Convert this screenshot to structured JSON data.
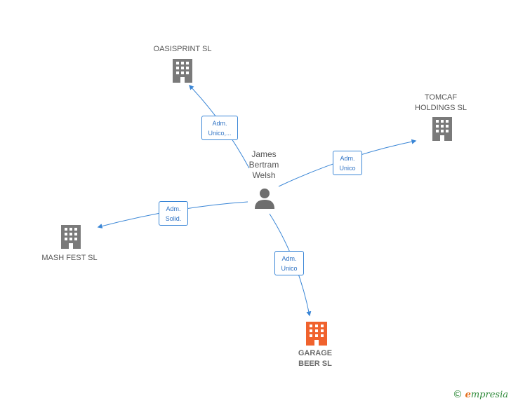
{
  "colors": {
    "edge": "#3a86d6",
    "company": "#7a7a7a",
    "focus_company": "#f0622d",
    "person": "#6e6e6e"
  },
  "center": {
    "name_lines": [
      "James",
      "Bertram",
      "Welsh"
    ],
    "icon": "person-icon"
  },
  "companies": [
    {
      "id": "oasisprint",
      "lines": [
        "OASISPRINT  SL"
      ],
      "icon": "building-icon"
    },
    {
      "id": "tomcaf",
      "lines": [
        "TOMCAF",
        "HOLDINGS SL"
      ],
      "icon": "building-icon"
    },
    {
      "id": "mashfest",
      "lines": [
        "MASH FEST  SL"
      ],
      "icon": "building-icon"
    },
    {
      "id": "garagebeer",
      "lines": [
        "GARAGE",
        "BEER  SL"
      ],
      "icon": "building-icon",
      "focus": true
    }
  ],
  "edges": [
    {
      "to": "oasisprint",
      "label_lines": [
        "Adm.",
        "Unico,..."
      ]
    },
    {
      "to": "tomcaf",
      "label_lines": [
        "Adm.",
        "Unico"
      ]
    },
    {
      "to": "mashfest",
      "label_lines": [
        "Adm.",
        "Solid."
      ]
    },
    {
      "to": "garagebeer",
      "label_lines": [
        "Adm.",
        "Unico"
      ]
    }
  ],
  "brand": {
    "copyright": "©",
    "initial": "e",
    "rest": "mpresia"
  }
}
